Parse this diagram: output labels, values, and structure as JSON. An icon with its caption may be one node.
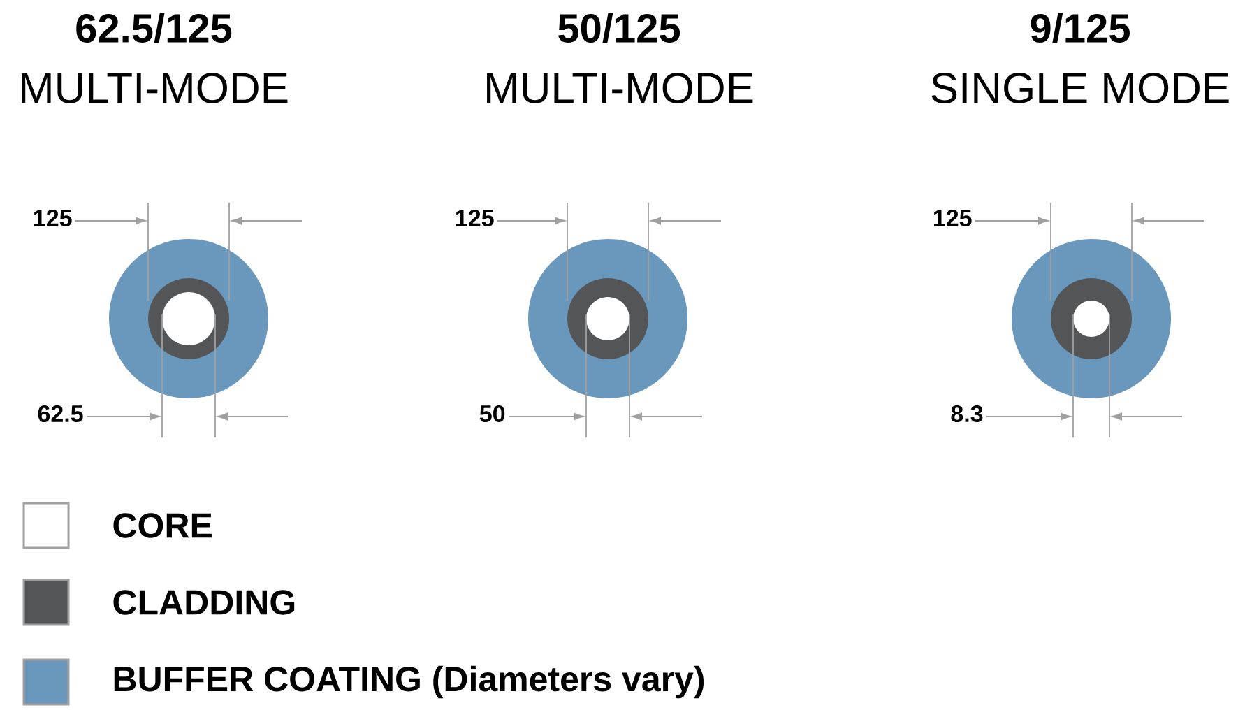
{
  "diagram": {
    "labels": [
      "62.5/125",
      "50/125",
      "9/125",
      "MULTI-MODE",
      "MULTI-MODE",
      "SINGLE MODE",
      "125",
      "125",
      "125",
      "62.5",
      "50",
      "8.3"
    ],
    "legend": [
      {
        "text": "CORE"
      },
      {
        "text": "CLADDING",
        "color": "#545557"
      },
      {
        "text": "BUFFER COATING (Diameters vary)",
        "color": "#6a98bd"
      }
    ]
  }
}
